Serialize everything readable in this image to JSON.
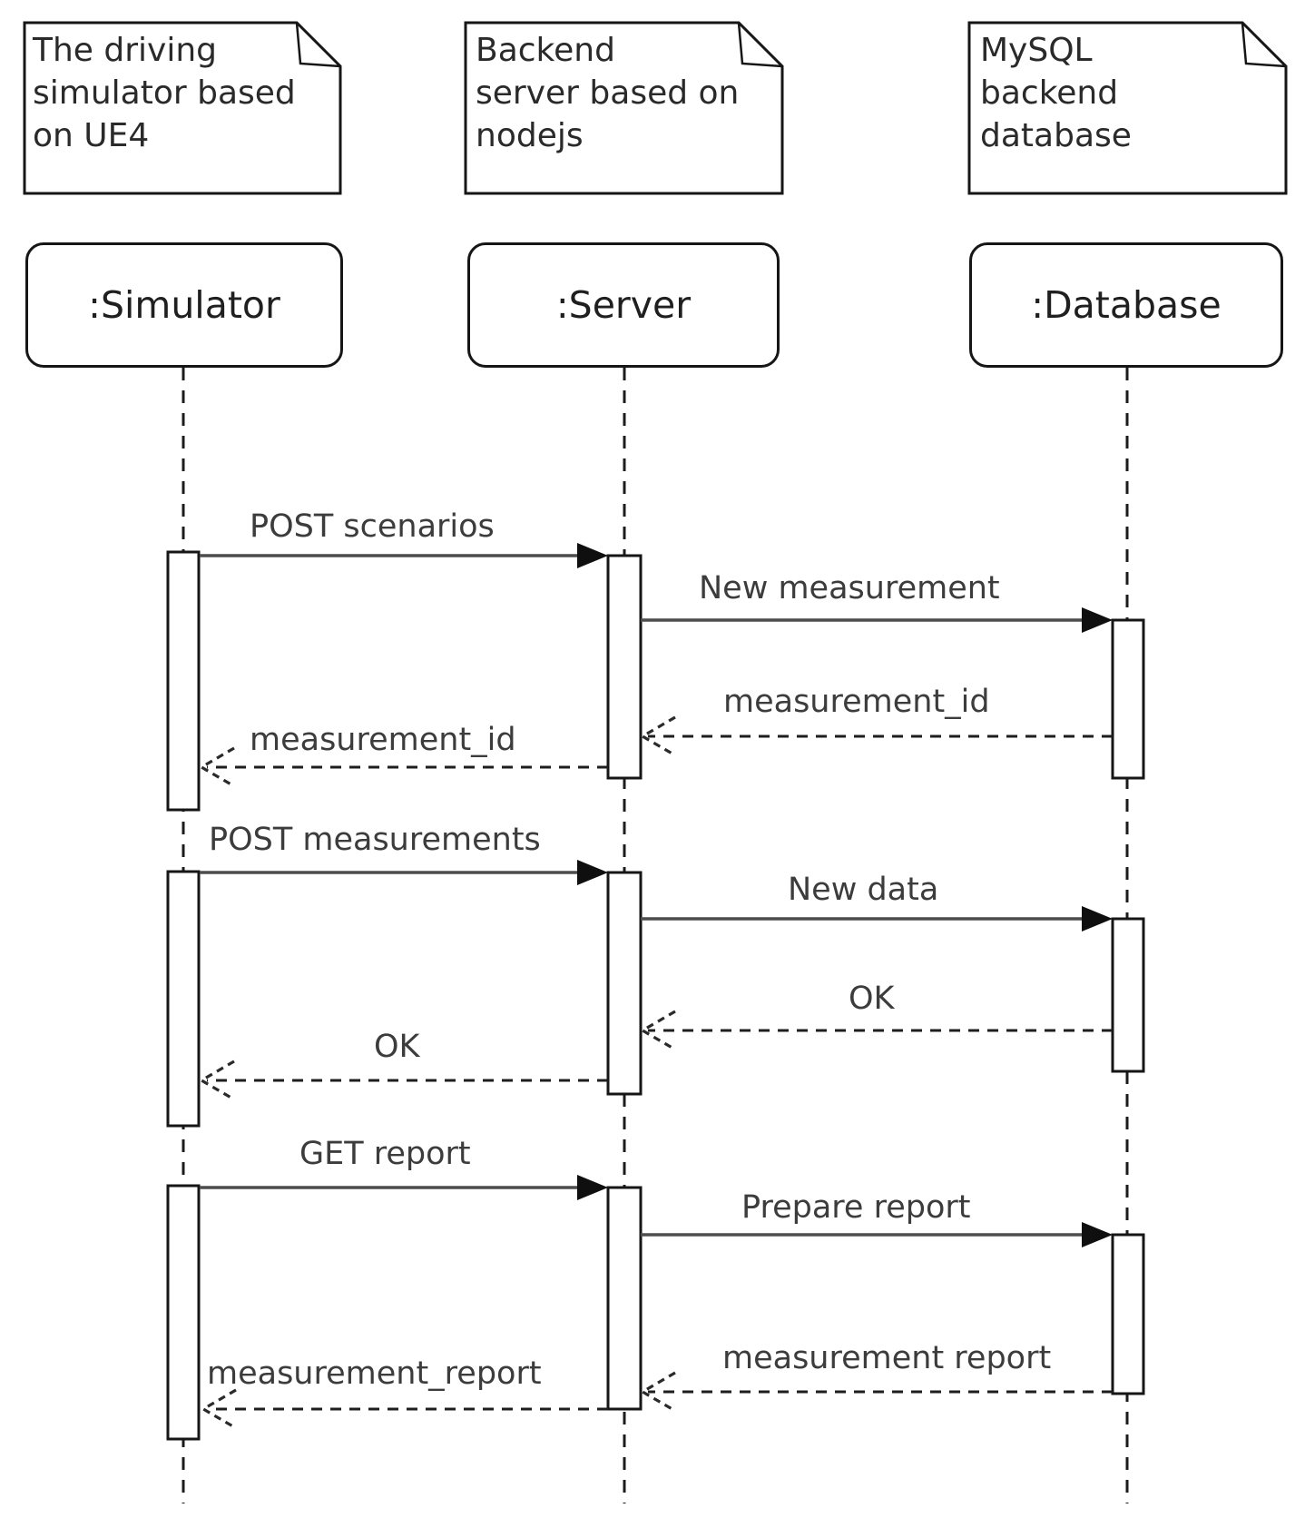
{
  "diagram": {
    "type": "uml-sequence-diagram",
    "background_color": "#ffffff",
    "line_color": "#1c1c1c",
    "text_color": "#3c3c3c",
    "actors": [
      {
        "id": "simulator",
        "note": "The driving\nsimulator based\non UE4",
        "name": ":Simulator"
      },
      {
        "id": "server",
        "note": "Backend\nserver based on\nnodejs",
        "name": ":Server"
      },
      {
        "id": "database",
        "note": "MySQL\nbackend\ndatabase",
        "name": ":Database"
      }
    ],
    "messages": [
      {
        "label": "POST scenarios",
        "from": "simulator",
        "to": "server",
        "style": "solid"
      },
      {
        "label": "New measurement",
        "from": "server",
        "to": "database",
        "style": "solid"
      },
      {
        "label": "measurement_id",
        "from": "database",
        "to": "server",
        "style": "dashed"
      },
      {
        "label": "measurement_id",
        "from": "server",
        "to": "simulator",
        "style": "dashed"
      },
      {
        "label": "POST measurements",
        "from": "simulator",
        "to": "server",
        "style": "solid"
      },
      {
        "label": "New data",
        "from": "server",
        "to": "database",
        "style": "solid"
      },
      {
        "label": "OK",
        "from": "database",
        "to": "server",
        "style": "dashed"
      },
      {
        "label": "OK",
        "from": "server",
        "to": "simulator",
        "style": "dashed"
      },
      {
        "label": "GET report",
        "from": "simulator",
        "to": "server",
        "style": "solid"
      },
      {
        "label": "Prepare report",
        "from": "server",
        "to": "database",
        "style": "solid"
      },
      {
        "label": "measurement report",
        "from": "database",
        "to": "server",
        "style": "dashed"
      },
      {
        "label": "measurement_report",
        "from": "server",
        "to": "simulator",
        "style": "dashed"
      }
    ]
  }
}
